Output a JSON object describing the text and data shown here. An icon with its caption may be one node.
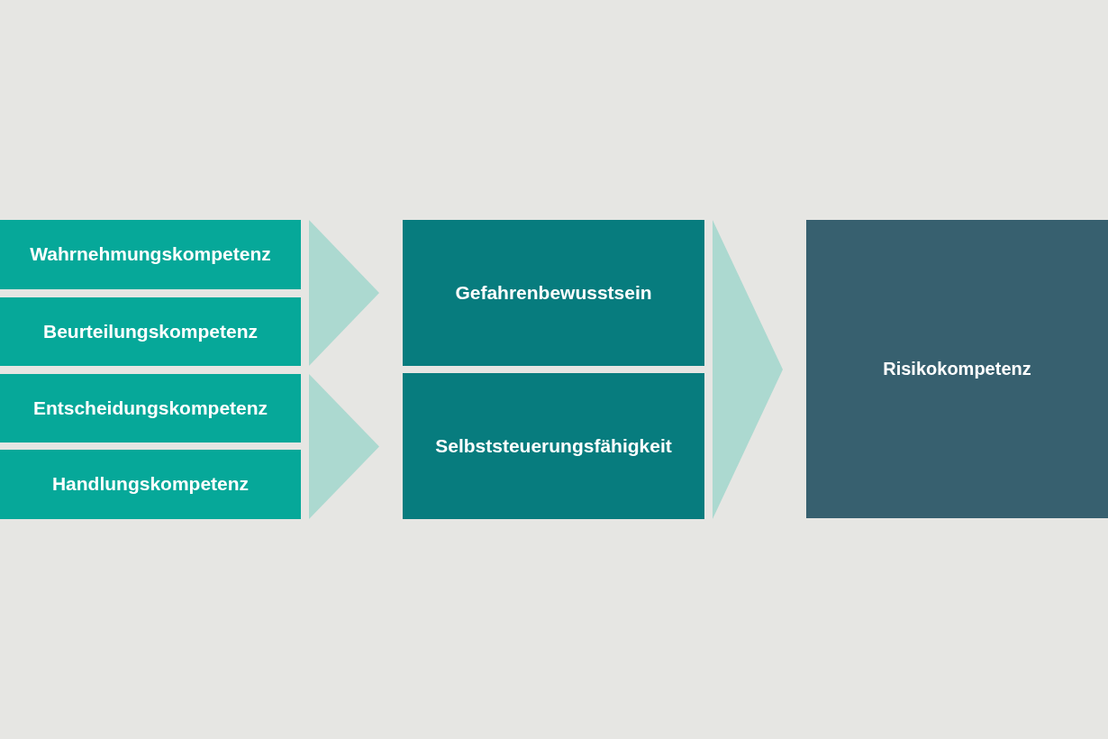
{
  "diagram": {
    "nodes": [
      {
        "text": [
          "Wahrnehmungskompetenz"
        ]
      },
      {
        "text": [
          "Beurteilungskompetenz"
        ]
      },
      {
        "text": [
          "Entscheidungskompetenz"
        ]
      },
      {
        "text": [
          "Handlungskompetenz"
        ]
      },
      {
        "text": [
          "Gefahrenbewusstsein"
        ]
      },
      {
        "text": [
          "Selbststeuerungsfähigkeit"
        ]
      },
      {
        "text": [
          "Risikokompetenz"
        ]
      }
    ],
    "edges": [
      {
        "from": 0,
        "to": 4,
        "arrow": "to"
      },
      {
        "from": 1,
        "to": 4,
        "arrow": "to"
      },
      {
        "from": 2,
        "to": 5,
        "arrow": "to"
      },
      {
        "from": 3,
        "to": 5,
        "arrow": "to"
      },
      {
        "from": 4,
        "to": 6,
        "arrow": "to"
      },
      {
        "from": 5,
        "to": 6,
        "arrow": "to"
      }
    ]
  }
}
